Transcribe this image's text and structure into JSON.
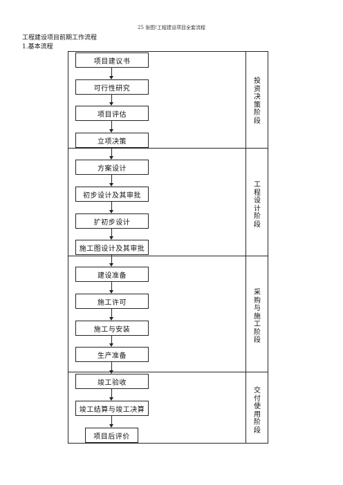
{
  "document": {
    "title": "25 张图!工程建设项目全套流程",
    "section_title": "工程建设项目前期工作流程",
    "sub_title": "1.基本流程"
  },
  "steps": [
    "项目建议书",
    "可行性研究",
    "项目评估",
    "立项决策",
    "方案设计",
    "初步设计及其审批",
    "扩初步设计",
    "施工图设计及其审批",
    "建设准备",
    "施工许可",
    "施工与安装",
    "生产准备",
    "竣工验收",
    "竣工结算与竣工决算",
    "项目后评价"
  ],
  "stages": [
    "投资决策阶段",
    "工程设计阶段",
    "采购与施工阶段",
    "交付使用阶段"
  ]
}
